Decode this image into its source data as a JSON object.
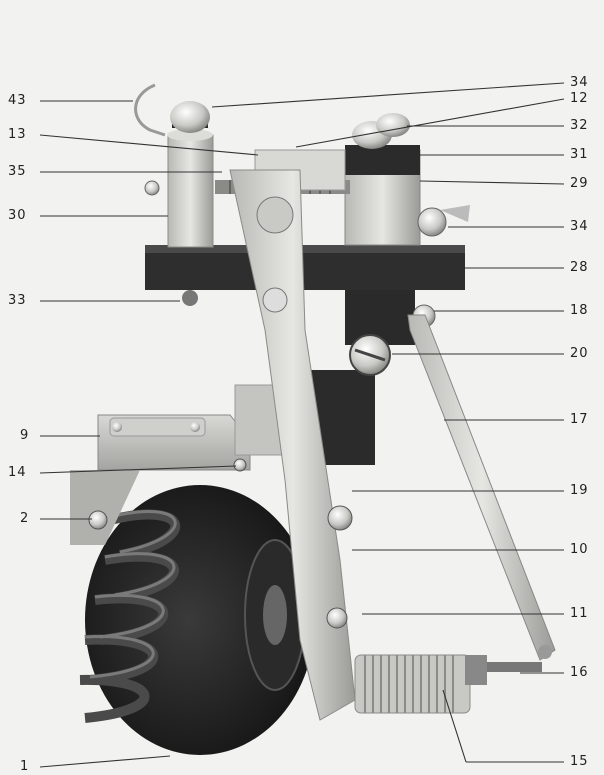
{
  "figure": {
    "labels": [
      {
        "id": "43",
        "text": "43"
      },
      {
        "id": "13",
        "text": "13"
      },
      {
        "id": "35",
        "text": "35"
      },
      {
        "id": "30",
        "text": "30"
      },
      {
        "id": "33",
        "text": "33"
      },
      {
        "id": "9",
        "text": "9"
      },
      {
        "id": "14",
        "text": "14"
      },
      {
        "id": "2",
        "text": "2"
      },
      {
        "id": "1",
        "text": "1"
      },
      {
        "id": "34a",
        "text": "34"
      },
      {
        "id": "12",
        "text": "12"
      },
      {
        "id": "32",
        "text": "32"
      },
      {
        "id": "31",
        "text": "31"
      },
      {
        "id": "29",
        "text": "29"
      },
      {
        "id": "34b",
        "text": "34"
      },
      {
        "id": "28",
        "text": "28"
      },
      {
        "id": "18",
        "text": "18"
      },
      {
        "id": "20",
        "text": "20"
      },
      {
        "id": "17",
        "text": "17"
      },
      {
        "id": "19",
        "text": "19"
      },
      {
        "id": "10",
        "text": "10"
      },
      {
        "id": "11",
        "text": "11"
      },
      {
        "id": "16",
        "text": "16"
      },
      {
        "id": "15",
        "text": "15"
      }
    ]
  }
}
